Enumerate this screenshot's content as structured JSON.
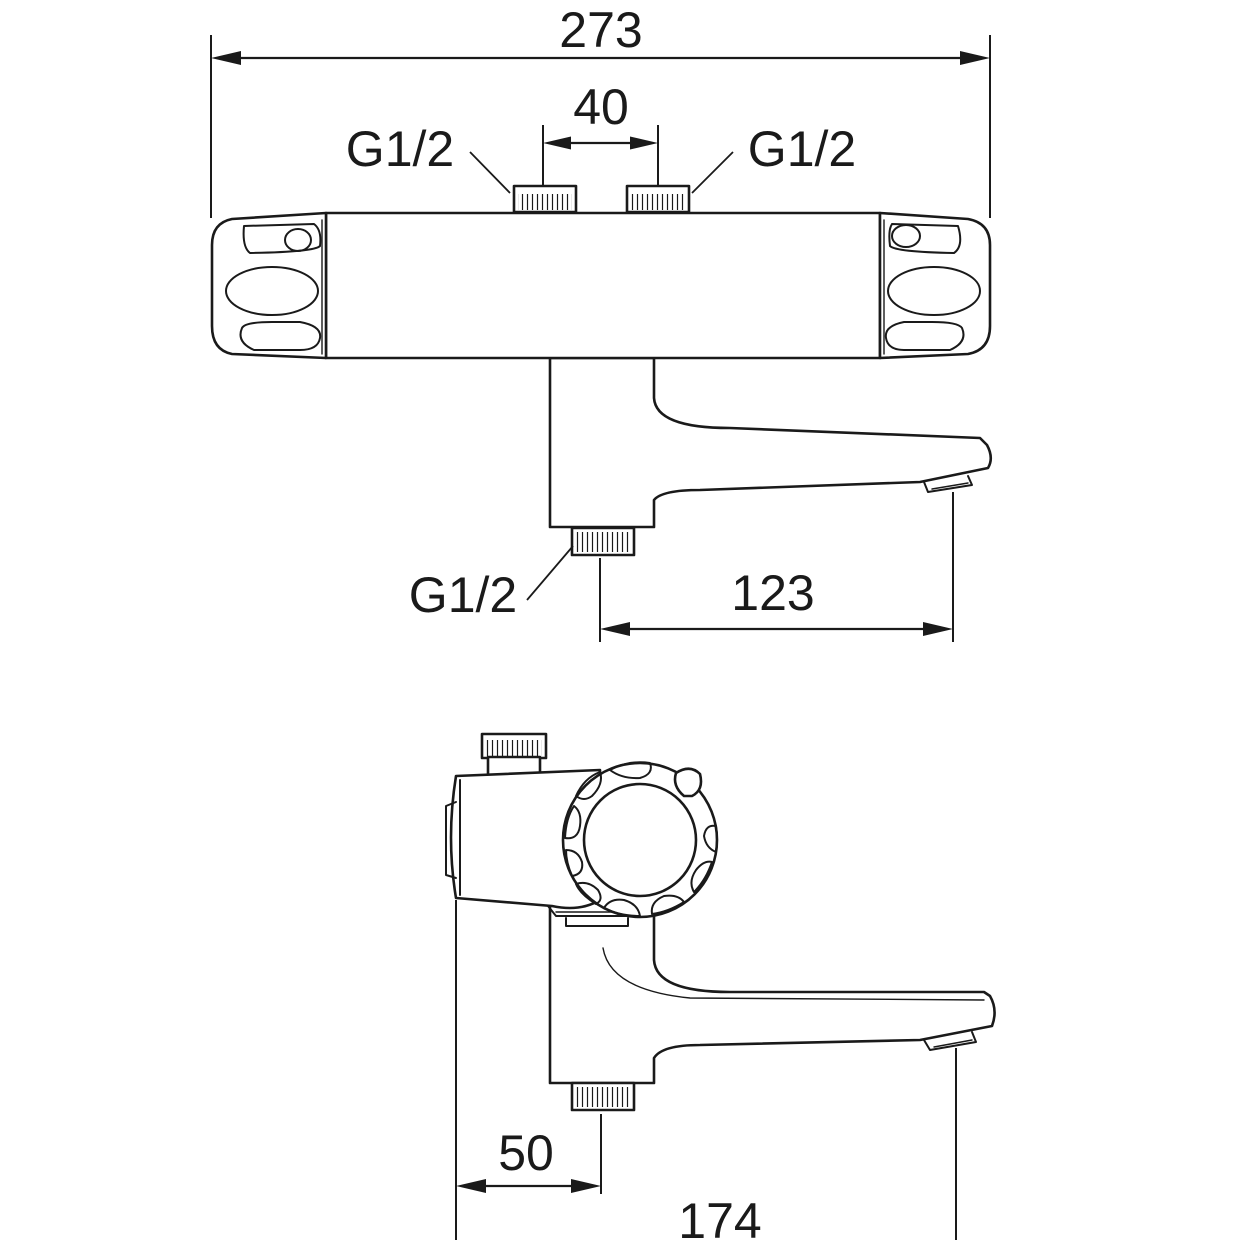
{
  "view_top": {
    "overall_width": "273",
    "inlet_spacing": "40",
    "inlet_left_thread": "G1/2",
    "inlet_right_thread": "G1/2",
    "outlet_thread": "G1/2",
    "spout_reach": "123"
  },
  "view_side": {
    "outlet_offset": "50",
    "spout_depth": "174"
  },
  "colors": {
    "line": "#1a1a1a",
    "background": "#ffffff"
  }
}
